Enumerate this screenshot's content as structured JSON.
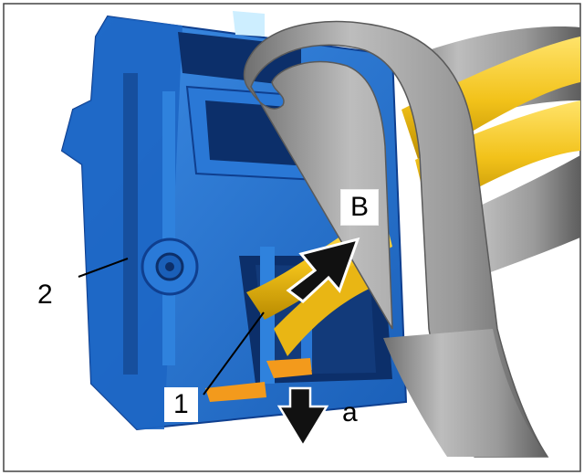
{
  "labels": {
    "part_1": "1",
    "part_2": "2",
    "direction_a": "a",
    "direction_b": "B"
  },
  "colors": {
    "connector_blue": "#1f6fd0",
    "connector_dark": "#0f3f8f",
    "wire_yellow": "#f2c21a",
    "sheath_grey": "#9a9a9a",
    "terminal_orange": "#f39a1c",
    "arrow_black": "#111111"
  }
}
